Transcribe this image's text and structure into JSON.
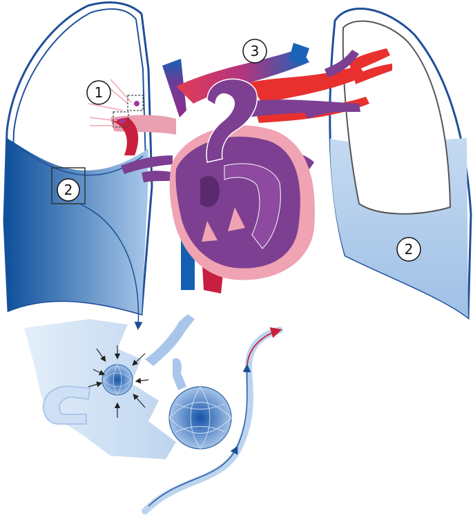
{
  "labels": {
    "marker_1": "1",
    "marker_2_left": "2",
    "marker_2_right": "2",
    "marker_3": "3"
  },
  "icons": {
    "marker": "circled-number",
    "arrow_flow": "arrowhead",
    "compression_arrows": "inward-arrows"
  },
  "colors": {
    "lung_outline": "#1f4f9a",
    "lung_fill": "#ffffff",
    "effusion_dark": "#0d4f9a",
    "effusion_light": "#a9c8ea",
    "vein_blue": "#1560b0",
    "artery_red": "#e8312f",
    "heart_purple": "#7d3f91",
    "heart_pink": "#f0a3b3",
    "vessel_tube": "#bcd5ef"
  }
}
